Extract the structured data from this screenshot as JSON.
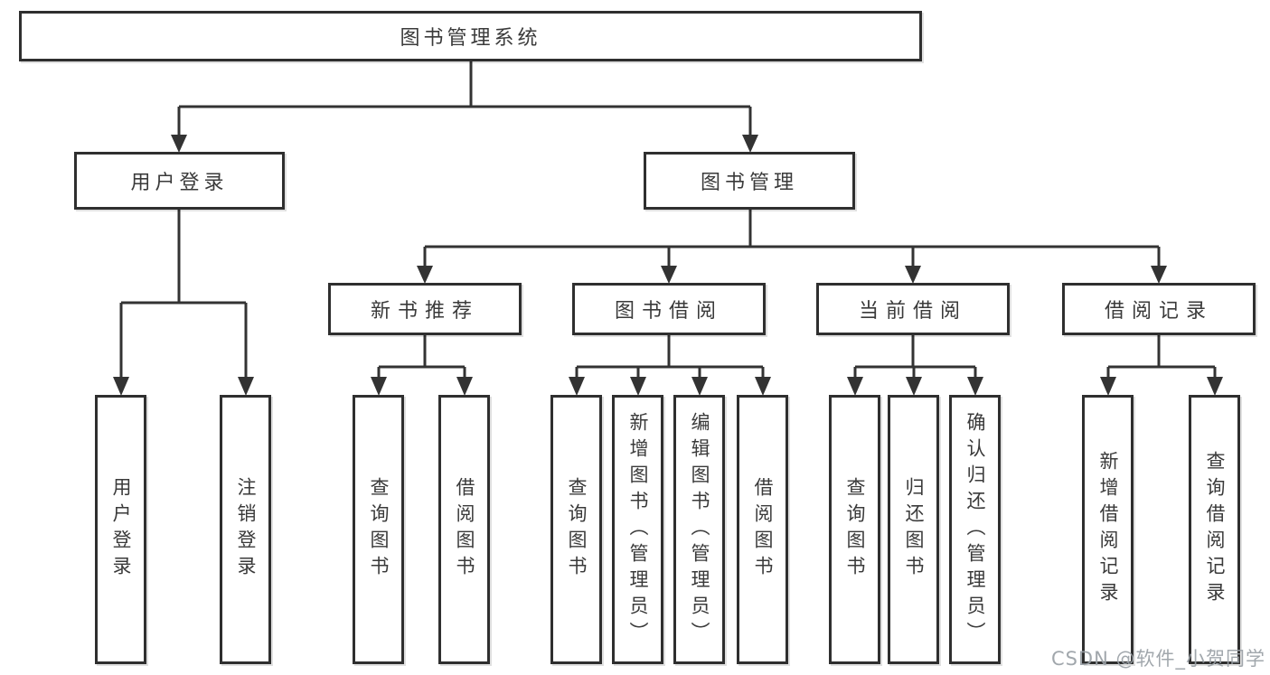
{
  "diagram": {
    "title": "图书管理系统",
    "level2": [
      {
        "label": "用户登录"
      },
      {
        "label": "图书管理"
      }
    ],
    "level3": [
      {
        "label": "新书推荐"
      },
      {
        "label": "图书借阅"
      },
      {
        "label": "当前借阅"
      },
      {
        "label": "借阅记录"
      }
    ],
    "leaves": [
      {
        "label": "用户登录"
      },
      {
        "label": "注销登录"
      },
      {
        "label": "查询图书"
      },
      {
        "label": "借阅图书"
      },
      {
        "label": "查询图书"
      },
      {
        "label": "新增图书（管理员）"
      },
      {
        "label": "编辑图书（管理员）"
      },
      {
        "label": "借阅图书"
      },
      {
        "label": "查询图书"
      },
      {
        "label": "归还图书"
      },
      {
        "label": "确认归还（管理员）"
      },
      {
        "label": "新增借阅记录"
      },
      {
        "label": "查询借阅记录"
      }
    ]
  },
  "watermark": {
    "text": "CSDN @软件_小贺同学"
  },
  "colors": {
    "line": "#333333",
    "box_border": "#2f2f2f",
    "text": "#3a3a3a",
    "watermark": "#9aa0a6",
    "background": "#ffffff"
  }
}
